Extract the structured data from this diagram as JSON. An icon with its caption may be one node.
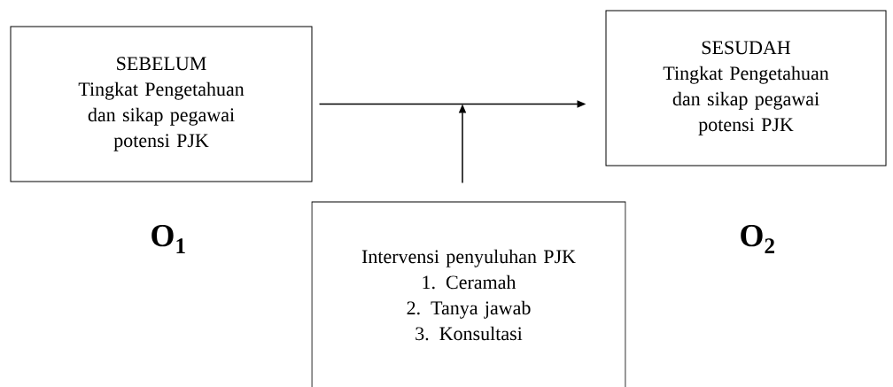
{
  "diagram": {
    "nodes": [
      {
        "text": [
          "SEBELUM",
          "Tingkat Pengetahuan dan sikap pegawai potensi PJK"
        ],
        "beside": [
          "O$_{1}$"
        ]
      },
      {
        "text": [
          "SESUDAH",
          "Tingkat Pengetahuan dan sikap pegawai potensi PJK"
        ],
        "beside": [
          "O$_{2}$"
        ]
      },
      {
        "text": [
          "Intervensi penyuluhan PJK",
          "1. Ceramah",
          "2. Tanya jawab",
          "3. Konsultasi"
        ]
      }
    ],
    "edges": [
      {
        "from": 0,
        "to": 1,
        "arrow": "to"
      },
      {
        "from": 2,
        "to": null,
        "arrow": "to"
      }
    ]
  }
}
